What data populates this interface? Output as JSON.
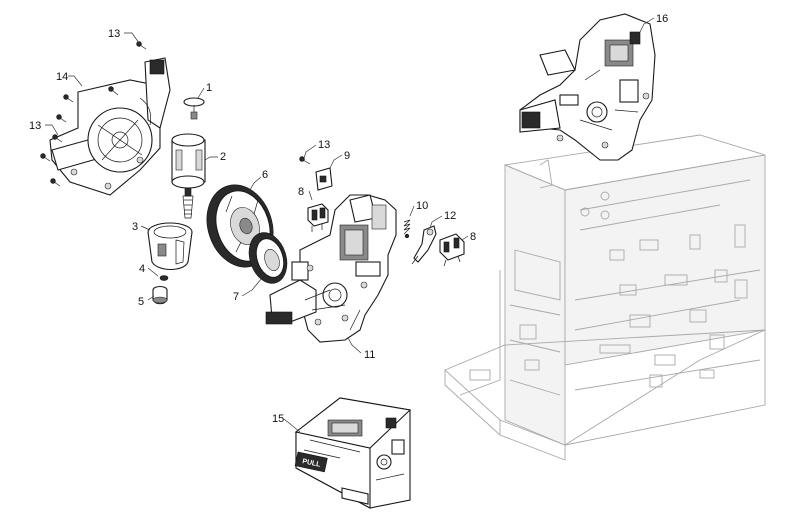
{
  "callouts": {
    "c1": "1",
    "c2": "2",
    "c3": "3",
    "c4": "4",
    "c5": "5",
    "c6": "6",
    "c7": "7",
    "c8a": "8",
    "c8b": "8",
    "c9": "9",
    "c10": "10",
    "c11": "11",
    "c12": "12",
    "c13a": "13",
    "c13b": "13",
    "c13c": "13",
    "c14": "14",
    "c15": "15",
    "c16": "16"
  },
  "unit_label": "PULL"
}
